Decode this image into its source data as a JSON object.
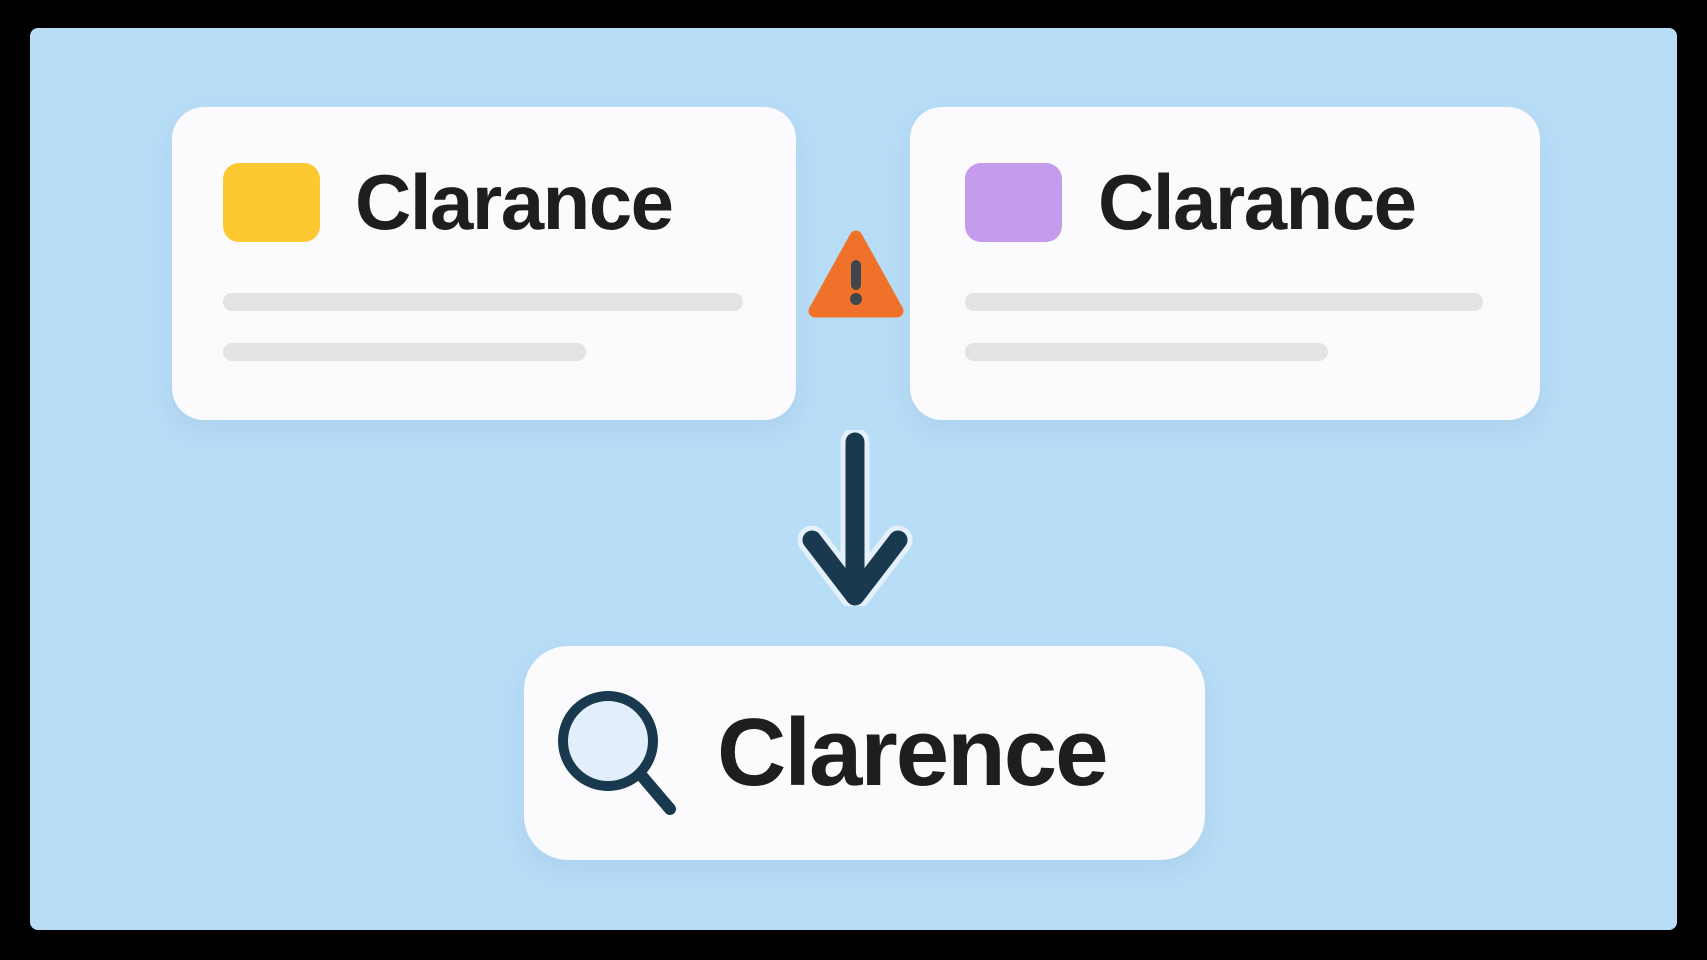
{
  "colors": {
    "frame_black": "#000000",
    "background_blue": "#b8ddf7",
    "card_white": "#fbfbfd",
    "swatch_yellow": "#fcc930",
    "swatch_purple": "#c59ceb",
    "skeleton_gray": "#e3e3e4",
    "warning_orange": "#f0722a",
    "exclamation_dark": "#3f474d",
    "arrow_navy": "#19394f",
    "arrow_halo": "#e4f1fc",
    "lens_blue": "#e2eef9",
    "title_dark": "#1e1e20"
  },
  "cards": {
    "left": {
      "title": "Clarance",
      "swatch_color": "#fcc930",
      "skeleton_lines": 2
    },
    "right": {
      "title": "Clarance",
      "swatch_color": "#c59ceb",
      "skeleton_lines": 2
    }
  },
  "icons": {
    "between_cards": "warning-triangle-icon",
    "merge": "arrow-down-icon",
    "search": "magnifier-icon"
  },
  "search": {
    "query": "Clarence"
  }
}
